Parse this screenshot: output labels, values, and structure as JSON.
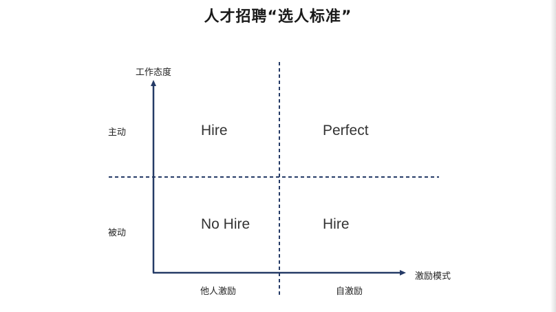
{
  "title": "人才招聘“选人标准”",
  "axes": {
    "y_label": "工作态度",
    "x_label": "激励模式",
    "y_categories": [
      "主动",
      "被动"
    ],
    "x_categories": [
      "他人激励",
      "自激励"
    ]
  },
  "quadrants": {
    "top_left": "Hire",
    "top_right": "Perfect",
    "bottom_left": "No Hire",
    "bottom_right": "Hire"
  },
  "colors": {
    "axis": "#243a66",
    "divider": "#243a66",
    "text": "#222222"
  }
}
